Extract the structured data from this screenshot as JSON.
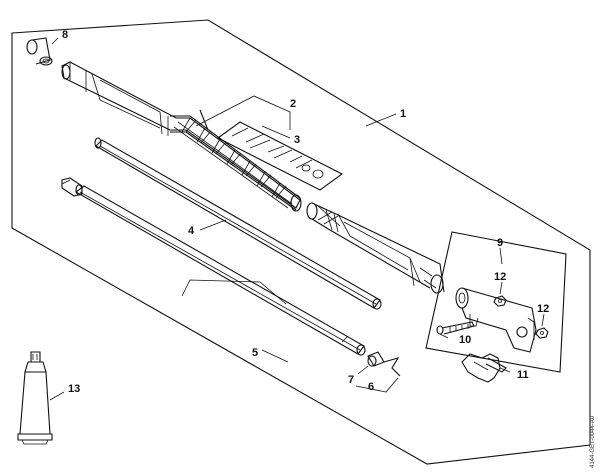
{
  "diagram": {
    "doc_ref": "4144-GET-0044-A0",
    "callouts": {
      "c1": "1",
      "c2": "2",
      "c3": "3",
      "c4": "4",
      "c5": "5",
      "c6": "6",
      "c7": "7",
      "c8": "8",
      "c9": "9",
      "c10": "10",
      "c11": "11",
      "c12a": "12",
      "c12b": "12",
      "c13": "13"
    }
  }
}
